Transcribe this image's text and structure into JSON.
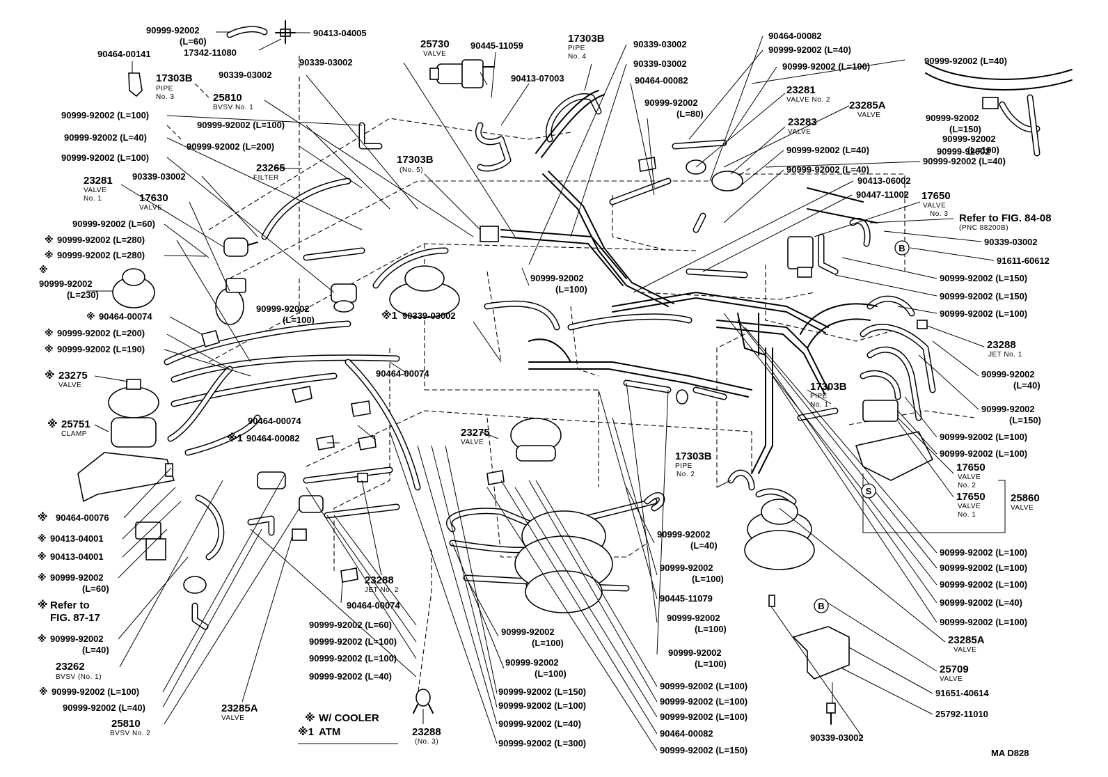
{
  "sheet": {
    "code": "MA  D828"
  },
  "notes": [
    {
      "mark": "※",
      "text": "W/ COOLER"
    },
    {
      "mark": "※1",
      "text": "ATM"
    }
  ],
  "icons": {
    "circle_b": "B",
    "circle_s": "S"
  },
  "callouts": [
    {
      "id": "c1",
      "part": "90999-92002",
      "sub": "(L=60)"
    },
    {
      "id": "c2",
      "part": "90413-04005"
    },
    {
      "id": "c3",
      "part": "17342-11080"
    },
    {
      "id": "c4",
      "part": "90464-00141"
    },
    {
      "id": "c5",
      "part": "17303B",
      "sub": "PIPE",
      "sub2": "No. 3"
    },
    {
      "id": "c6",
      "part": "90339-03002"
    },
    {
      "id": "c7",
      "part": "25810",
      "sub": "BVSV No. 1"
    },
    {
      "id": "c8",
      "part": "90999-92002 (L=100)"
    },
    {
      "id": "c9",
      "part": "90999-92002 (L=100)"
    },
    {
      "id": "c10",
      "part": "90999-92002 (L=40)"
    },
    {
      "id": "c11",
      "part": "90999-92002 (L=200)"
    },
    {
      "id": "c12",
      "part": "90999-92002 (L=100)"
    },
    {
      "id": "c13",
      "part": "23265",
      "sub": "FILTER"
    },
    {
      "id": "c14",
      "part": "90339-03002"
    },
    {
      "id": "c15",
      "part": "23281",
      "sub": "VALVE",
      "sub2": "No. 1"
    },
    {
      "id": "c16",
      "part": "17630",
      "sub": "VALVE"
    },
    {
      "id": "c17",
      "part": "90999-92002 (L=60)"
    },
    {
      "id": "c18",
      "mark": "※",
      "part": "90999-92002 (L=280)"
    },
    {
      "id": "c19",
      "mark": "※",
      "part": "90999-92002 (L=280)"
    },
    {
      "id": "c20",
      "mark": "※",
      "part": "90999-92002",
      "sub": "(L=230)"
    },
    {
      "id": "c21",
      "part": "90999-92002",
      "sub": "(L=100)"
    },
    {
      "id": "c22",
      "mark": "※",
      "part": "90464-00074"
    },
    {
      "id": "c23",
      "mark": "※",
      "part": "90999-92002 (L=200)"
    },
    {
      "id": "c24",
      "mark": "※",
      "part": "90999-92002 (L=190)"
    },
    {
      "id": "c25",
      "mark": "※",
      "part": "23275",
      "sub": "VALVE"
    },
    {
      "id": "c26",
      "mark": "※",
      "part": "25751",
      "sub": "CLAMP"
    },
    {
      "id": "c27",
      "mark": "※",
      "part": "90464-00076"
    },
    {
      "id": "c28",
      "mark": "※",
      "part": "90413-04001"
    },
    {
      "id": "c29",
      "mark": "※",
      "part": "90413-04001"
    },
    {
      "id": "c30",
      "mark": "※",
      "part": "90999-92002",
      "sub": "(L=60)"
    },
    {
      "id": "c31",
      "mark": "※",
      "part": "Refer to",
      "sub": "FIG. 87-17"
    },
    {
      "id": "c32",
      "mark": "※",
      "part": "90999-92002",
      "sub": "(L=40)"
    },
    {
      "id": "c33",
      "part": "23262",
      "sub": "BVSV (No. 1)"
    },
    {
      "id": "c34",
      "mark": "※",
      "part": "90999-92002 (L=100)"
    },
    {
      "id": "c35",
      "part": "90999-92002 (L=40)"
    },
    {
      "id": "c36",
      "part": "25810",
      "sub": "BVSV No. 2"
    },
    {
      "id": "c37",
      "part": "23285A",
      "sub": "VALVE"
    },
    {
      "id": "c38",
      "part": "23288",
      "sub": "(No. 3)"
    },
    {
      "id": "c39",
      "part": "25730",
      "sub": "VALVE"
    },
    {
      "id": "c40",
      "part": "90445-11059"
    },
    {
      "id": "c41",
      "part": "90339-03002"
    },
    {
      "id": "c42",
      "part": "90413-07003"
    },
    {
      "id": "c43",
      "part": "17303B",
      "sub": "(No. 5)"
    },
    {
      "id": "c44",
      "part": "17303B",
      "sub": "PIPE",
      "sub2": "No. 4"
    },
    {
      "id": "c45",
      "part": "90339-03002"
    },
    {
      "id": "c46",
      "part": "90339-03002"
    },
    {
      "id": "c47",
      "part": "90464-00082"
    },
    {
      "id": "c48",
      "part": "90999-92002",
      "sub": "(L=100)"
    },
    {
      "id": "c49",
      "mark": "※1",
      "part": "90339-03002"
    },
    {
      "id": "c50",
      "part": "90464-00074"
    },
    {
      "id": "c51",
      "part": "90464-00074"
    },
    {
      "id": "c52",
      "mark": "※1",
      "part": "90464-00082"
    },
    {
      "id": "c53",
      "part": "23275",
      "sub": "VALVE"
    },
    {
      "id": "c54",
      "part": "23288",
      "sub": "JET No. 2"
    },
    {
      "id": "c55",
      "part": "90464-00074"
    },
    {
      "id": "c56",
      "part": "90999-92002 (L=60)"
    },
    {
      "id": "c57",
      "part": "90999-92002 (L=100)"
    },
    {
      "id": "c58",
      "part": "90999-92002 (L=100)"
    },
    {
      "id": "c59",
      "part": "90999-92002 (L=40)"
    },
    {
      "id": "c60",
      "part": "90999-92002",
      "sub": "(L=100)"
    },
    {
      "id": "c61",
      "part": "90999-92002",
      "sub": "(L=100)"
    },
    {
      "id": "c62",
      "part": "90999-92002 (L=150)"
    },
    {
      "id": "c63",
      "part": "90999-92002 (L=100)"
    },
    {
      "id": "c64",
      "part": "90999-92002 (L=40)"
    },
    {
      "id": "c65",
      "part": "90999-92002 (L=300)"
    },
    {
      "id": "c66",
      "part": "90999-92002",
      "sub": "(L=80)"
    },
    {
      "id": "c67",
      "part": "90464-00082"
    },
    {
      "id": "c68",
      "part": "90999-92002 (L=40)"
    },
    {
      "id": "c69",
      "part": "90999-92002 (L=100)"
    },
    {
      "id": "c70",
      "part": "23281",
      "sub": "VALVE No. 2"
    },
    {
      "id": "c71",
      "part": "23285A",
      "sub": "VALVE"
    },
    {
      "id": "c72",
      "part": "23283",
      "sub": "VALVE"
    },
    {
      "id": "c73",
      "part": "90999-92002 (L=40)"
    },
    {
      "id": "c74",
      "part": "90999-92002 (L=40)"
    },
    {
      "id": "c75",
      "part": "90413-06002"
    },
    {
      "id": "c76",
      "part": "90447-11002"
    },
    {
      "id": "c77",
      "part": "17650",
      "sub": "VALVE",
      "sub2": "No. 3"
    },
    {
      "id": "c78",
      "part": "Refer to FIG. 84-08",
      "sub": "(PNC 88200B)"
    },
    {
      "id": "c79",
      "part": "90339-03002"
    },
    {
      "id": "c80",
      "part": "91611-60612"
    },
    {
      "id": "c81",
      "part": "90999-92002 (L=150)"
    },
    {
      "id": "c82",
      "part": "90999-92002 (L=150)"
    },
    {
      "id": "c83",
      "part": "90999-92002 (L=100)"
    },
    {
      "id": "c84",
      "part": "23288",
      "sub": "JET No. 1"
    },
    {
      "id": "c85",
      "part": "90999-92002",
      "sub": "(L=40)"
    },
    {
      "id": "c86",
      "part": "90999-92002",
      "sub": "(L=150)"
    },
    {
      "id": "c87",
      "part": "90999-92002 (L=100)"
    },
    {
      "id": "c88",
      "part": "90999-92002 (L=100)"
    },
    {
      "id": "c89",
      "part": "17650",
      "sub": "VALVE",
      "sub2": "No. 2"
    },
    {
      "id": "c90",
      "part": "17650",
      "sub": "VALVE",
      "sub2": "No. 1"
    },
    {
      "id": "c91",
      "part": "25860",
      "sub": "VALVE"
    },
    {
      "id": "c92",
      "part": "90999-92002 (L=40)"
    },
    {
      "id": "c93",
      "part": "90999-92002 (L=40)"
    },
    {
      "id": "c94",
      "part": "90999-92002",
      "sub": "(L=150)"
    },
    {
      "id": "c95",
      "part": "90999-92002",
      "sub": "(L=100)"
    },
    {
      "id": "c96",
      "part": "90999-92002",
      "sub": "(L=100)"
    },
    {
      "id": "c97",
      "part": "17303B",
      "sub": "PIPE",
      "sub2": "No. 1"
    },
    {
      "id": "c98",
      "part": "17303B",
      "sub": "PIPE",
      "sub2": "No. 2"
    },
    {
      "id": "c99",
      "part": "90999-92002",
      "sub": "(L=40)"
    },
    {
      "id": "c100",
      "part": "90999-92002",
      "sub": "(L=100)"
    },
    {
      "id": "c101",
      "part": "90445-11079"
    },
    {
      "id": "c102",
      "part": "90999-92002",
      "sub": "(L=100)"
    },
    {
      "id": "c103",
      "part": "90999-92002",
      "sub": "(L=100)"
    },
    {
      "id": "c104",
      "part": "90999-92002 (L=100)"
    },
    {
      "id": "c105",
      "part": "90999-92002 (L=100)"
    },
    {
      "id": "c106",
      "part": "90999-92002 (L=100)"
    },
    {
      "id": "c107",
      "part": "90464-00082"
    },
    {
      "id": "c108",
      "part": "90999-92002 (L=150)"
    },
    {
      "id": "c109",
      "part": "90999-92002 (L=100)"
    },
    {
      "id": "c110",
      "part": "90999-92002 (L=100)"
    },
    {
      "id": "c111",
      "part": "90999-92002 (L=100)"
    },
    {
      "id": "c112",
      "part": "90999-92002 (L=40)"
    },
    {
      "id": "c113",
      "part": "90999-92002 (L=100)"
    },
    {
      "id": "c114",
      "part": "23285A",
      "sub": "VALVE"
    },
    {
      "id": "c115",
      "part": "25709",
      "sub": "VALVE"
    },
    {
      "id": "c116",
      "part": "91651-40614"
    },
    {
      "id": "c117",
      "part": "25792-11010"
    },
    {
      "id": "c118",
      "part": "90339-03002"
    }
  ]
}
